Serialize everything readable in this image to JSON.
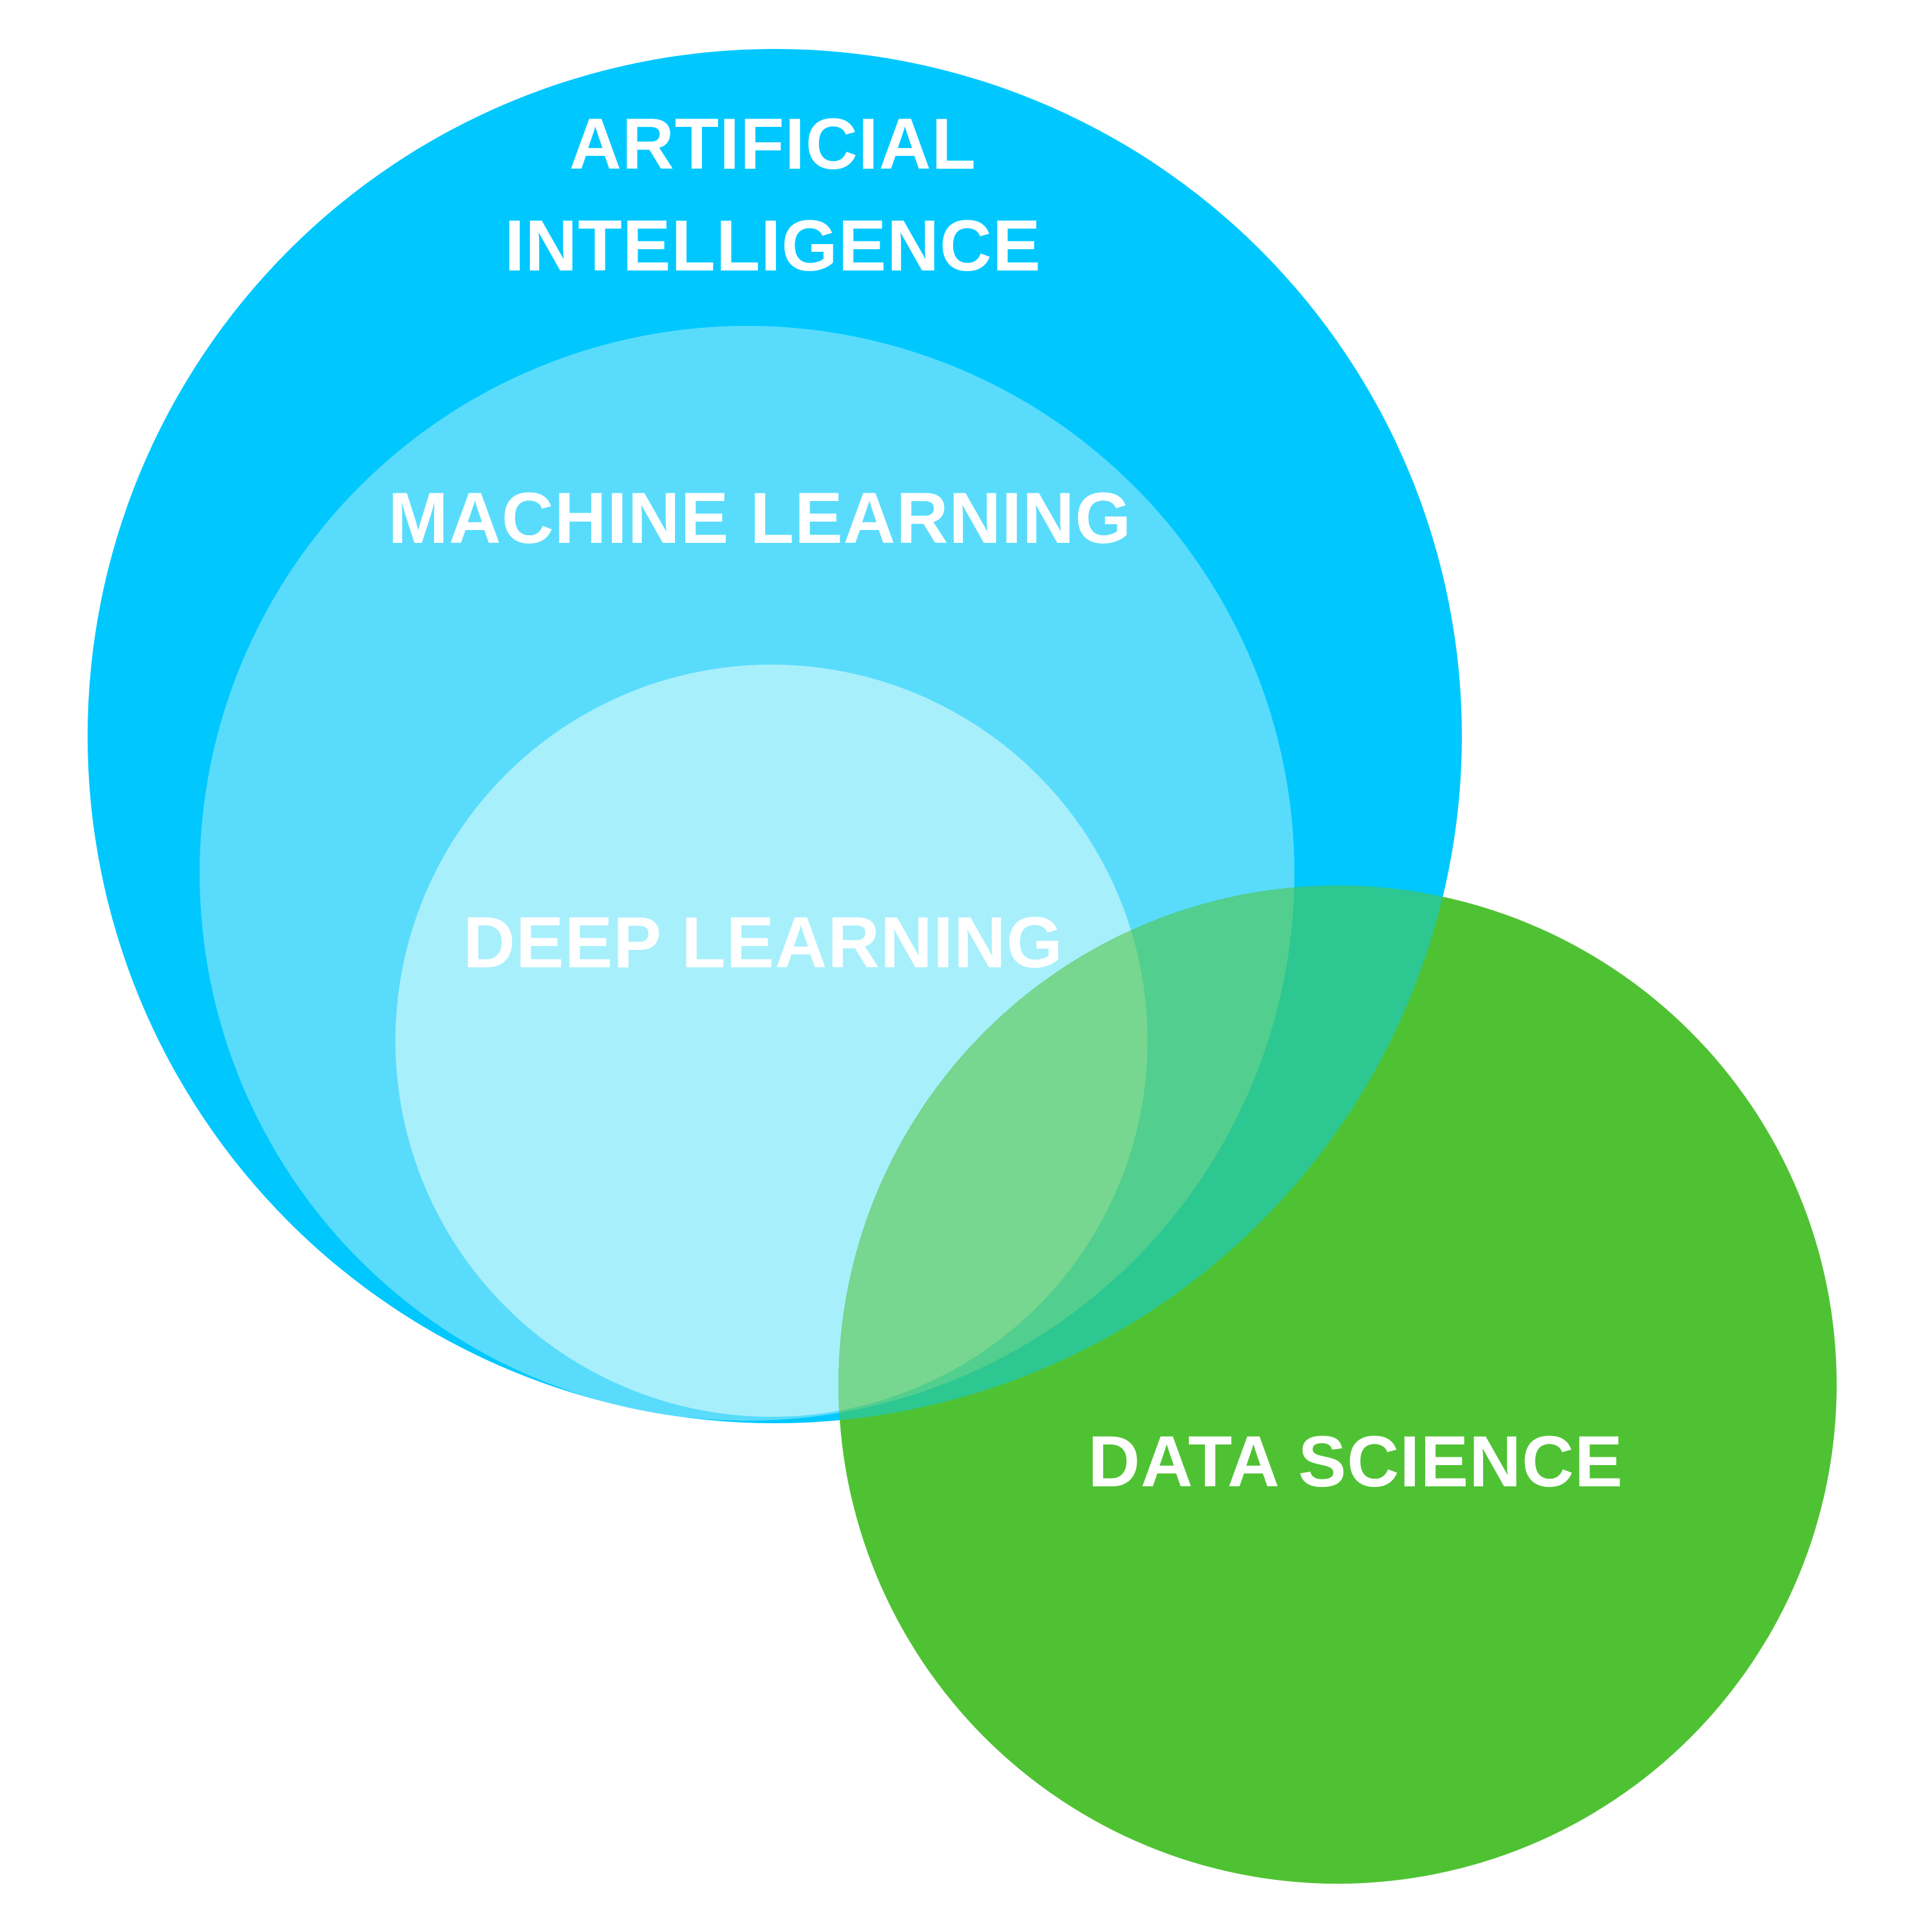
{
  "diagram": {
    "type": "euler-venn",
    "background_color": "#FFFFFF",
    "label_color": "#FFFFFF",
    "sets": {
      "ai": {
        "label_lines": [
          "ARTIFICIAL",
          "INTELLIGENCE"
        ],
        "color": "#00C8FF"
      },
      "ml": {
        "label": "MACHINE LEARNING",
        "color": "#59DCFC"
      },
      "dl": {
        "label": "DEEP LEARNING",
        "color": "#A8EFFC"
      },
      "ds": {
        "label": "DATA SCIENCE",
        "color": "#4FC233"
      }
    },
    "overlaps": {
      "ds_over_ai": "#2DC791",
      "ds_over_ml": "#52CE8E",
      "ds_over_dl": "#77D68F"
    },
    "containment": [
      "DEEP LEARNING is inside MACHINE LEARNING",
      "MACHINE LEARNING is inside ARTIFICIAL INTELLIGENCE"
    ],
    "overlap_note": "DATA SCIENCE circle overlaps all three nested circles"
  }
}
